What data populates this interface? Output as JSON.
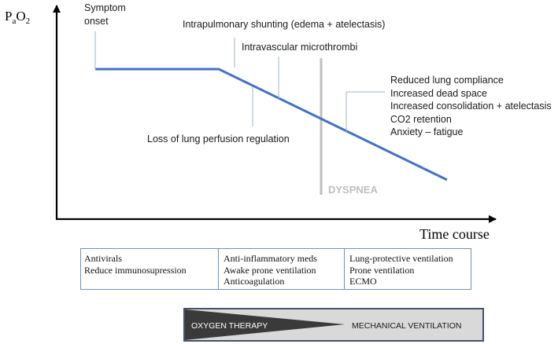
{
  "axes": {
    "y_label": "P",
    "y_label_sub": "a",
    "y_label_main": "O",
    "y_label_sub2": "2",
    "x_label": "Time course"
  },
  "annotations": {
    "symptom_onset_1": "Symptom",
    "symptom_onset_2": "onset",
    "shunting": "Intrapulmonary shunting (edema + atelectasis)",
    "microthrombi": "Intravascular microthrombi",
    "perfusion": "Loss of lung perfusion regulation",
    "dyspnea": "DYSPNEA",
    "late_effects": [
      "Reduced lung compliance",
      "Increased dead space",
      "Increased consolidation + atelectasis",
      "CO2 retention",
      "Anxiety – fatigue"
    ]
  },
  "treatment_boxes": [
    {
      "lines": [
        "Antivirals",
        "Reduce immunosupression"
      ]
    },
    {
      "lines": [
        "Anti-inflammatory meds",
        "Awake prone ventilation",
        "Anticoagulation"
      ]
    },
    {
      "lines": [
        "Lung-protective ventilation",
        "Prone ventilation",
        "ECMO"
      ]
    }
  ],
  "therapy_bar": {
    "left_label": "OXYGEN THERAPY",
    "right_label": "MECHANICAL VENTILATION"
  },
  "colors": {
    "curve": "#4472c4",
    "axis": "#000000",
    "dyspnea": "#bfbfbf",
    "box_border": "#6f93b5",
    "bar_dark": "#3a3a3a",
    "bar_light": "#d9d9d9"
  }
}
